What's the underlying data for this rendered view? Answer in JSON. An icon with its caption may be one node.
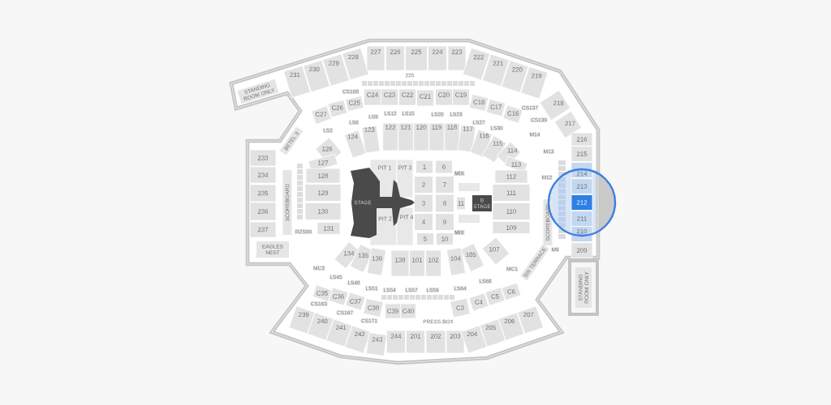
{
  "diagram": {
    "nodes": [
      {
        "text": [
          "STANDING ROOM ONLY"
        ]
      },
      {
        "text": [
          "231"
        ]
      },
      {
        "text": [
          "230"
        ]
      },
      {
        "text": [
          "229"
        ]
      },
      {
        "text": [
          "228"
        ]
      },
      {
        "text": [
          "227"
        ]
      },
      {
        "text": [
          "226"
        ]
      },
      {
        "text": [
          "225"
        ]
      },
      {
        "text": [
          "224"
        ]
      },
      {
        "text": [
          "223"
        ]
      },
      {
        "text": [
          "222"
        ]
      },
      {
        "text": [
          "221"
        ]
      },
      {
        "text": [
          "220"
        ]
      },
      {
        "text": [
          "219"
        ]
      },
      {
        "text": [
          "218"
        ]
      },
      {
        "text": [
          "217"
        ]
      },
      {
        "text": [
          "216"
        ]
      },
      {
        "text": [
          "215"
        ]
      },
      {
        "text": [
          "214"
        ]
      },
      {
        "text": [
          "213"
        ]
      },
      {
        "text": [
          "212"
        ]
      },
      {
        "text": [
          "211"
        ]
      },
      {
        "text": [
          "210"
        ]
      },
      {
        "text": [
          "209"
        ]
      },
      {
        "text": [
          "233"
        ]
      },
      {
        "text": [
          "234"
        ]
      },
      {
        "text": [
          "235"
        ]
      },
      {
        "text": [
          "236"
        ]
      },
      {
        "text": [
          "237"
        ]
      },
      {
        "text": [
          "EAGLES NEST"
        ]
      },
      {
        "text": [
          "SCOREBOARD"
        ]
      },
      {
        "text": [
          "239"
        ]
      },
      {
        "text": [
          "240"
        ]
      },
      {
        "text": [
          "241"
        ]
      },
      {
        "text": [
          "242"
        ]
      },
      {
        "text": [
          "243"
        ]
      },
      {
        "text": [
          "244"
        ]
      },
      {
        "text": [
          "201"
        ]
      },
      {
        "text": [
          "202"
        ]
      },
      {
        "text": [
          "203"
        ]
      },
      {
        "text": [
          "204"
        ]
      },
      {
        "text": [
          "205"
        ]
      },
      {
        "text": [
          "206"
        ]
      },
      {
        "text": [
          "207"
        ]
      },
      {
        "text": [
          "STANDING ROOM ONLY"
        ]
      },
      {
        "text": [
          "CS108"
        ]
      },
      {
        "text": [
          "C27"
        ]
      },
      {
        "text": [
          "C26"
        ]
      },
      {
        "text": [
          "C25"
        ]
      },
      {
        "text": [
          "C24"
        ]
      },
      {
        "text": [
          "C23"
        ]
      },
      {
        "text": [
          "C22"
        ]
      },
      {
        "text": [
          "C21"
        ]
      },
      {
        "text": [
          "C20"
        ]
      },
      {
        "text": [
          "C19"
        ]
      },
      {
        "text": [
          "C18"
        ]
      },
      {
        "text": [
          "C17"
        ]
      },
      {
        "text": [
          "C16"
        ]
      },
      {
        "text": [
          "CS137"
        ]
      },
      {
        "text": [
          "CS139"
        ]
      },
      {
        "text": [
          "M14"
        ]
      },
      {
        "text": [
          "M13"
        ]
      },
      {
        "text": [
          "M12"
        ]
      },
      {
        "text": [
          "LS2"
        ]
      },
      {
        "text": [
          "LS6"
        ]
      },
      {
        "text": [
          "LS9"
        ]
      },
      {
        "text": [
          "LS12"
        ]
      },
      {
        "text": [
          "LS15"
        ]
      },
      {
        "text": [
          "LS20"
        ]
      },
      {
        "text": [
          "LS23"
        ]
      },
      {
        "text": [
          "LS27"
        ]
      },
      {
        "text": [
          "LS30"
        ]
      },
      {
        "text": [
          "124"
        ]
      },
      {
        "text": [
          "123"
        ]
      },
      {
        "text": [
          "122"
        ]
      },
      {
        "text": [
          "121"
        ]
      },
      {
        "text": [
          "120"
        ]
      },
      {
        "text": [
          "119"
        ]
      },
      {
        "text": [
          "118"
        ]
      },
      {
        "text": [
          "117"
        ]
      },
      {
        "text": [
          "116"
        ]
      },
      {
        "text": [
          "115"
        ]
      },
      {
        "text": [
          "114"
        ]
      },
      {
        "text": [
          "126"
        ]
      },
      {
        "text": [
          "127"
        ]
      },
      {
        "text": [
          "128"
        ]
      },
      {
        "text": [
          "129"
        ]
      },
      {
        "text": [
          "130"
        ]
      },
      {
        "text": [
          "131"
        ]
      },
      {
        "text": [
          "RZS90"
        ]
      },
      {
        "text": [
          "134"
        ]
      },
      {
        "text": [
          "135"
        ]
      },
      {
        "text": [
          "136"
        ]
      },
      {
        "text": [
          "138"
        ]
      },
      {
        "text": [
          "101"
        ]
      },
      {
        "text": [
          "102"
        ]
      },
      {
        "text": [
          "104"
        ]
      },
      {
        "text": [
          "105"
        ]
      },
      {
        "text": [
          "107"
        ]
      },
      {
        "text": [
          "113"
        ]
      },
      {
        "text": [
          "112"
        ]
      },
      {
        "text": [
          "111"
        ]
      },
      {
        "text": [
          "110"
        ]
      },
      {
        "text": [
          "109"
        ]
      },
      {
        "text": [
          "MC1"
        ]
      },
      {
        "text": [
          "M9"
        ]
      },
      {
        "text": [
          "SCOREBOARD"
        ]
      },
      {
        "text": [
          "SW TERRACE"
        ]
      },
      {
        "text": [
          "BETEL 3"
        ]
      },
      {
        "text": [
          "MC3"
        ]
      },
      {
        "text": [
          "LS45"
        ]
      },
      {
        "text": [
          "LS48"
        ]
      },
      {
        "text": [
          "LS51"
        ]
      },
      {
        "text": [
          "LS54"
        ]
      },
      {
        "text": [
          "LS57"
        ]
      },
      {
        "text": [
          "LS59"
        ]
      },
      {
        "text": [
          "LS64"
        ]
      },
      {
        "text": [
          "LS68"
        ]
      },
      {
        "text": [
          "C35"
        ]
      },
      {
        "text": [
          "C36"
        ]
      },
      {
        "text": [
          "C37"
        ]
      },
      {
        "text": [
          "C38"
        ]
      },
      {
        "text": [
          "C39"
        ]
      },
      {
        "text": [
          "C40"
        ]
      },
      {
        "text": [
          "C3"
        ]
      },
      {
        "text": [
          "C4"
        ]
      },
      {
        "text": [
          "C5"
        ]
      },
      {
        "text": [
          "C6"
        ]
      },
      {
        "text": [
          "CS163"
        ]
      },
      {
        "text": [
          "CS167"
        ]
      },
      {
        "text": [
          "CS171"
        ]
      },
      {
        "text": [
          "STAGE"
        ]
      },
      {
        "text": [
          "PIT 1"
        ]
      },
      {
        "text": [
          "PIT 3"
        ]
      },
      {
        "text": [
          "PIT 2"
        ]
      },
      {
        "text": [
          "PIT 4"
        ]
      },
      {
        "text": [
          "1"
        ]
      },
      {
        "text": [
          "6"
        ]
      },
      {
        "text": [
          "2"
        ]
      },
      {
        "text": [
          "7"
        ]
      },
      {
        "text": [
          "3"
        ]
      },
      {
        "text": [
          "8"
        ]
      },
      {
        "text": [
          "4"
        ]
      },
      {
        "text": [
          "9"
        ]
      },
      {
        "text": [
          "5"
        ]
      },
      {
        "text": [
          "10"
        ]
      },
      {
        "text": [
          "11"
        ]
      },
      {
        "text": [
          "MIX"
        ]
      },
      {
        "text": [
          "MIX"
        ]
      },
      {
        "text": [],
        "shape": "box"
      },
      {
        "text": [],
        "shape": "box"
      },
      {
        "text": [
          "B STAGE"
        ]
      }
    ],
    "labels": [
      "225",
      "PRESS BOX"
    ]
  }
}
